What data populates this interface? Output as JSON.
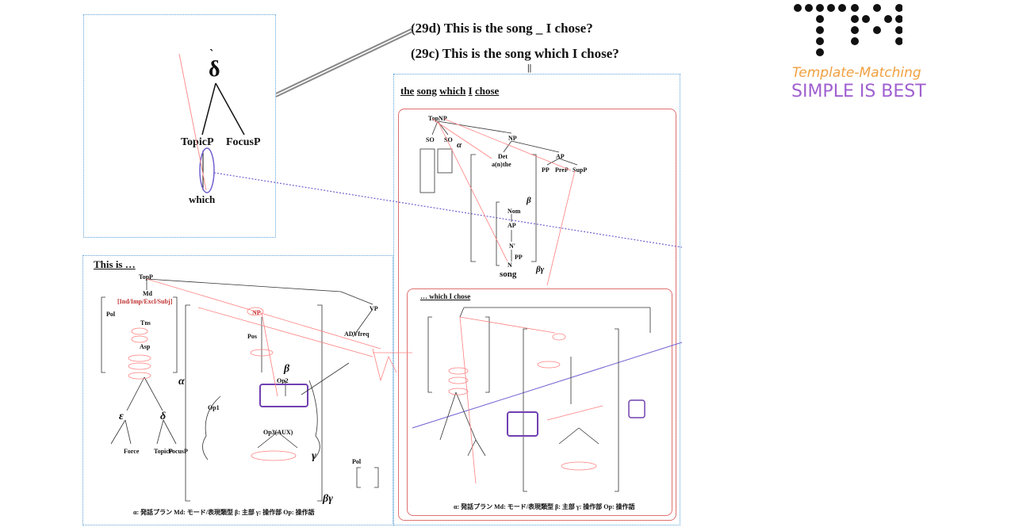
{
  "sentences": {
    "s29d": "(29d) This is the song _ I chose?",
    "s29c": "(29c) This is the song which I chose?",
    "equals": "||"
  },
  "logo": {
    "subtitle": "Template-Matching",
    "tagline": "SIMPLE IS BEST",
    "colors": {
      "subtitle": "#f0a040",
      "tagline": "#a060d0",
      "dots": "#111111"
    }
  },
  "panel_delta": {
    "root": "δ",
    "grave": "`",
    "left": "TopicP",
    "right": "FocusP",
    "leaf": "which"
  },
  "panel_right": {
    "heading_words": [
      "the",
      "song",
      "which",
      "I",
      "chose"
    ],
    "inner_heading": "… which I chose",
    "nodes": [
      "TopNP",
      "NP",
      "SO",
      "SO",
      "Det",
      "AP",
      "a(n)",
      "the",
      "PP",
      "PreP",
      "SupP",
      "Nom",
      "AP",
      "N'",
      "PP",
      "N",
      "song"
    ],
    "greek": {
      "alpha": "α",
      "beta": "β",
      "beta_gamma": "βγ"
    }
  },
  "panel_left": {
    "heading": "This is …",
    "nodes": [
      "TopP",
      "Md",
      "[Ind/Imp/Excl/Subj]",
      "Tns",
      "Asp",
      "Pol",
      "ε",
      "δ",
      "Force",
      "TopicP",
      "FocusP",
      "NP",
      "Pos",
      "Op2",
      "Op1",
      "Op3(AUX)",
      "VP",
      "ADVfreq",
      "Pol"
    ],
    "greek": {
      "alpha": "α",
      "beta": "β",
      "gamma": "γ",
      "beta_gamma": "βγ"
    }
  },
  "legend": "α: 発話プラン  Md: モード/表現類型  β: 主部  γ: 操作部  Op: 操作語"
}
